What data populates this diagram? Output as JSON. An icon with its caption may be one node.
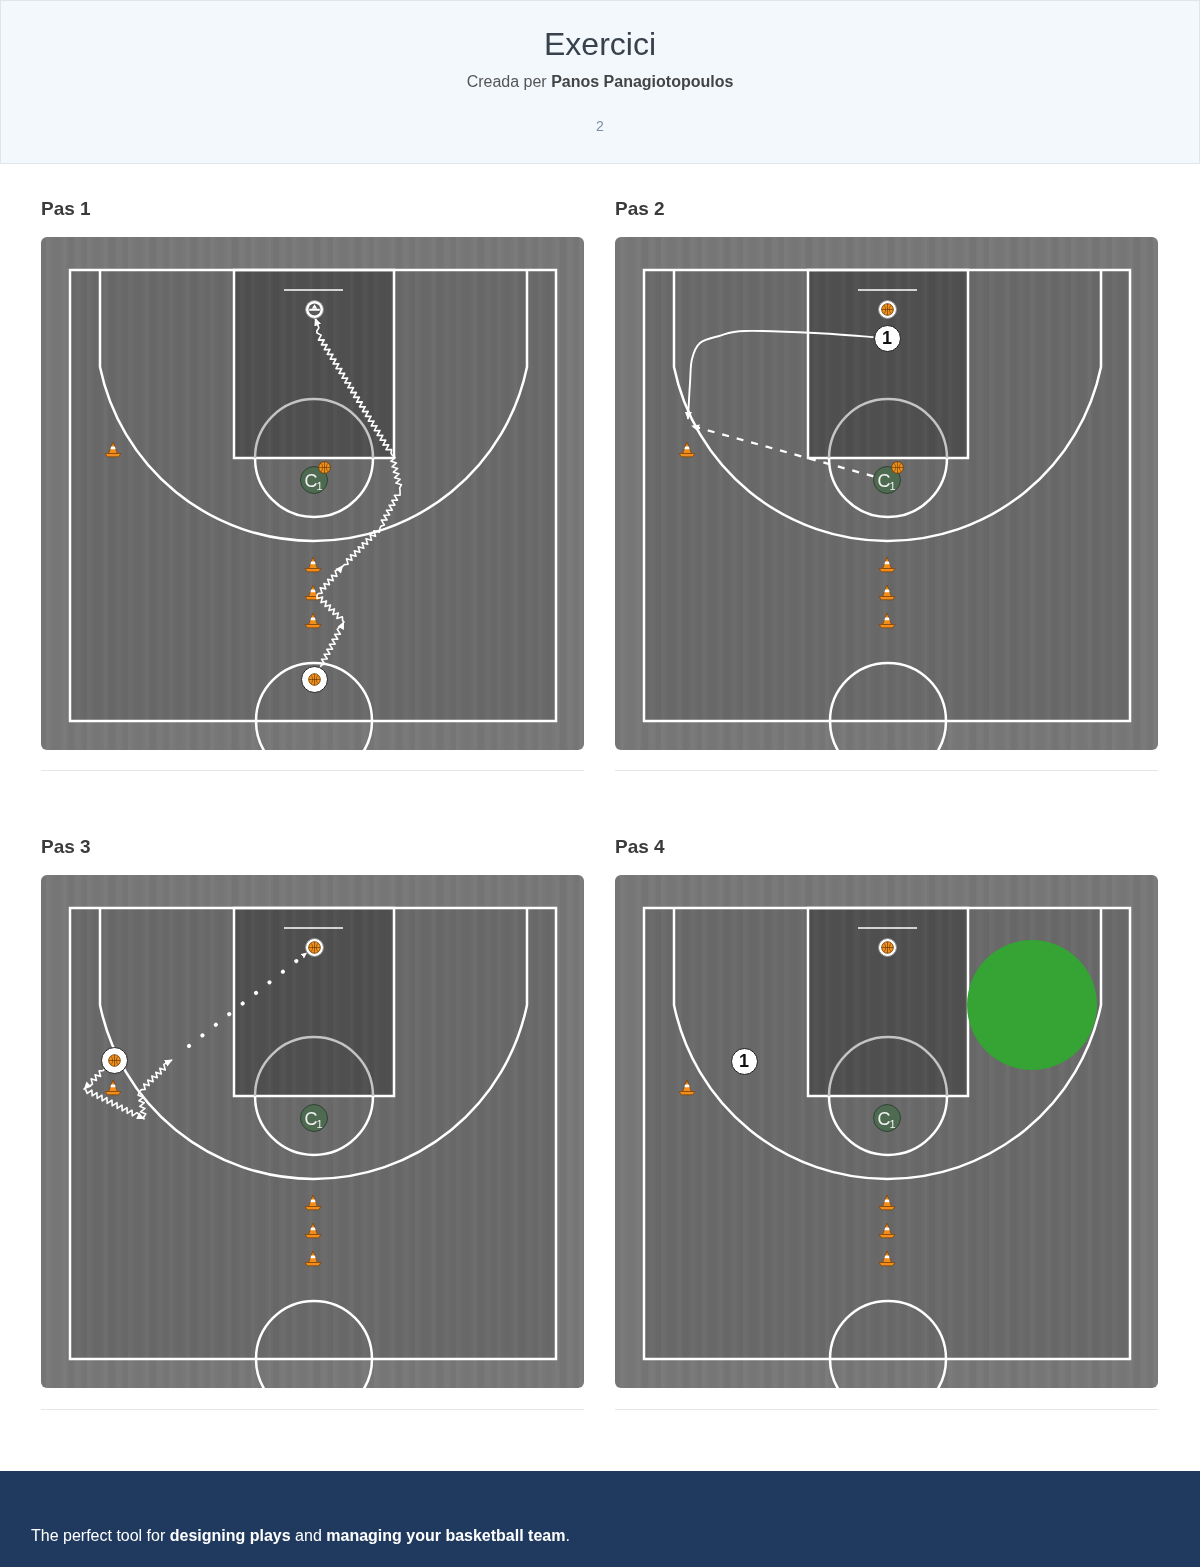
{
  "diagram": {
    "title": "Exercici",
    "nodes": [
      {
        "text": [
          "Pas 1"
        ]
      },
      {
        "text": [],
        "shape": "circle",
        "in": 0
      },
      {
        "text": [
          "C$_{1}$"
        ],
        "in": 0
      },
      {
        "text": [],
        "shape": "circle",
        "in": 0
      },
      {
        "text": [
          "Pas 2"
        ]
      },
      {
        "text": [],
        "shape": "circle",
        "in": 4
      },
      {
        "text": [
          "1"
        ],
        "in": 4
      },
      {
        "text": [
          "C$_{1}$"
        ],
        "in": 4
      },
      {
        "text": [
          "Pas 3"
        ]
      },
      {
        "text": [],
        "shape": "circle",
        "in": 8
      },
      {
        "text": [],
        "shape": "circle",
        "in": 8
      },
      {
        "text": [
          "C$_{1}$"
        ],
        "in": 8
      },
      {
        "text": [
          "Pas 4"
        ]
      },
      {
        "text": [],
        "shape": "circle",
        "in": 12
      },
      {
        "text": [
          "1"
        ],
        "in": 12
      },
      {
        "text": [
          "C$_{1}$"
        ],
        "in": 12
      }
    ],
    "edges": [
      {
        "from": 3,
        "to": 1,
        "arrow": "to"
      },
      {
        "from": 6,
        "to": null,
        "arrow": "to"
      },
      {
        "from": 7,
        "to": null,
        "arrow": "to",
        "style": "dashed"
      },
      {
        "from": 10,
        "to": null,
        "arrow": "to"
      },
      {
        "from": null,
        "to": 9,
        "arrow": "to",
        "style": "dashed"
      }
    ],
    "labels": [
      "Creada per **Panos Panagiotopoulos**",
      "2",
      "The perfect tool for **designing plays** and **managing your basketball team**."
    ]
  }
}
